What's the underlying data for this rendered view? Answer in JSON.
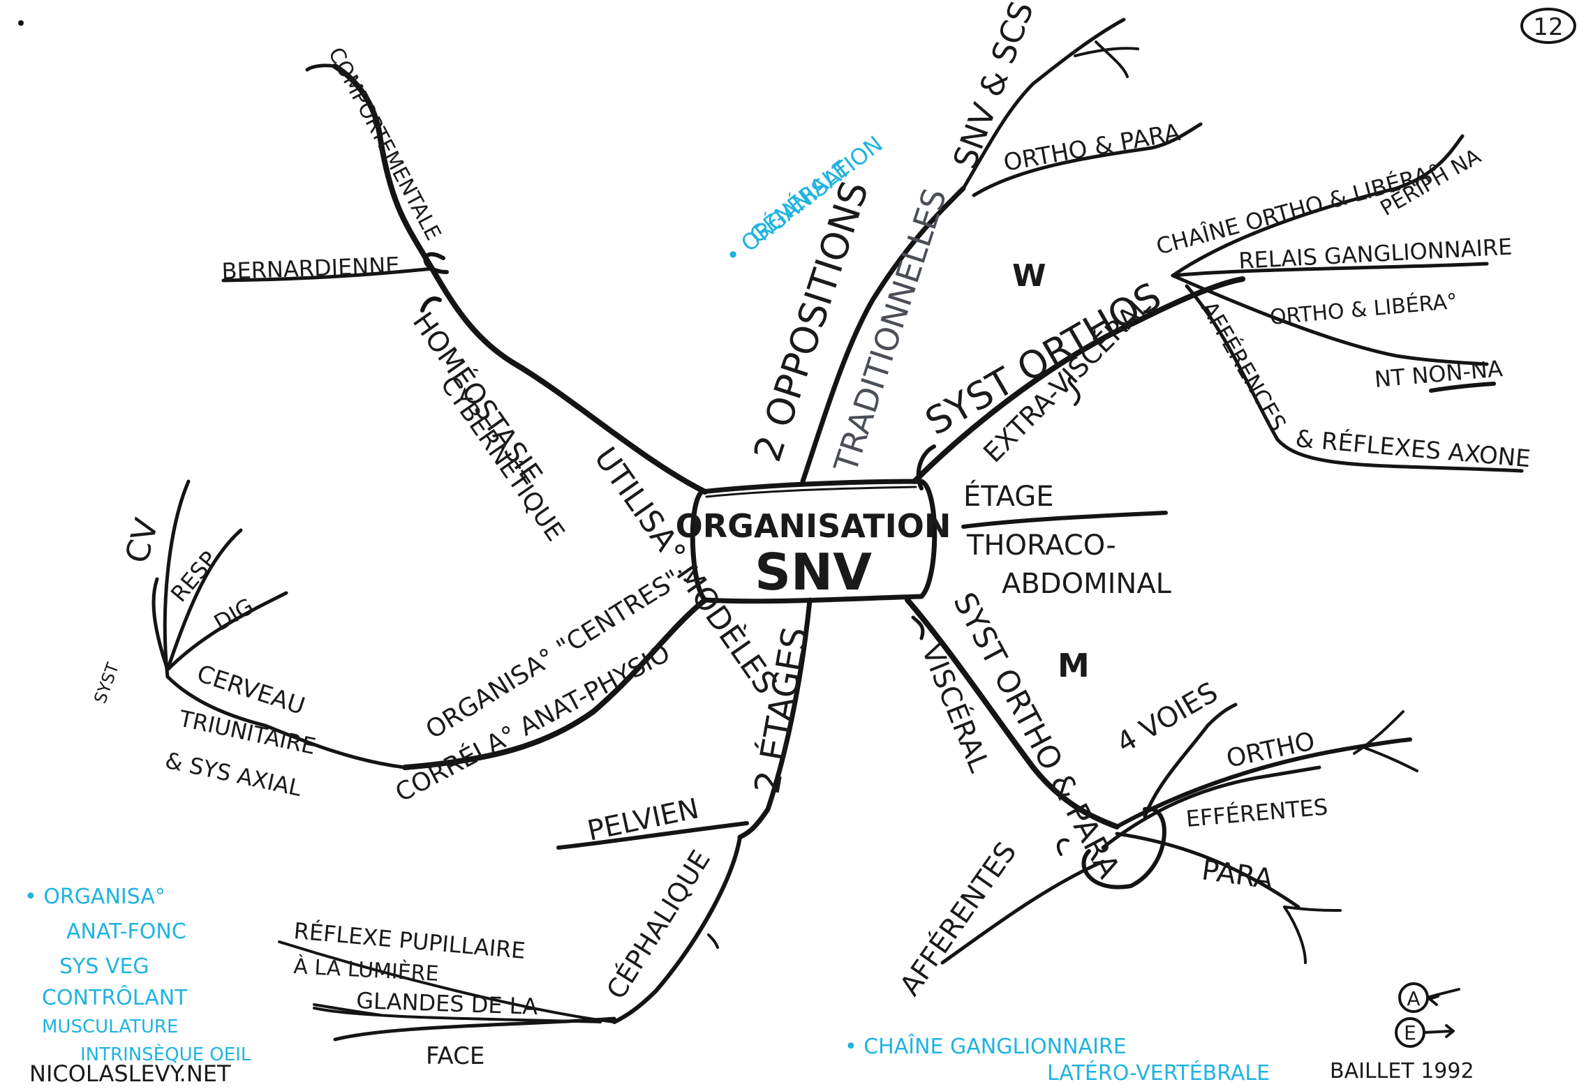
{
  "page_number": "12",
  "center": {
    "line1": "ORGANISATION",
    "line2": "SNV"
  },
  "branches": {
    "oppositions": "2 OPPOSITIONS",
    "traditionnelles": "TRADITIONNELLES",
    "snv_scs": "SNV & SCS",
    "ortho_para_top": "ORTHO & PARA",
    "syst_orthos": "SYST ORTHOS",
    "extra_visceral": "EXTRA-VISCÉRAL",
    "chaine_ortho": "CHAÎNE ORTHO & LIBÉRA°",
    "periph_na": "PÉRIPH NA",
    "relais": "RELAIS GANGLIONNAIRE",
    "ortho_libera": "ORTHO & LIBÉRA°",
    "nt_non_na": "NT NON-NA",
    "afferences": "AFFÉRENCES",
    "reflexes_axone": "& RÉFLEXES AXONE",
    "etage": "ÉTAGE",
    "thoraco": "THORACO-",
    "abdominal": "ABDOMINAL",
    "syst_ortho_para": "SYST ORTHO & PARA",
    "visceral": "VISCÉRAL",
    "quatre_voies": "4 VOIES",
    "ortho_right": "ORTHO",
    "efferentes": "EFFÉRENTES",
    "para": "PARA",
    "afferentes": "AFFÉRENTES",
    "w_mark": "W",
    "m_mark": "M",
    "utilisa": "UTILISA° MODÈLES",
    "homeostasie": "HOMÉOSTASIE",
    "cybernetique": "CYBERNÉTIQUE",
    "comportementale": "COMPORTEMENTALE",
    "bernardienne": "BERNARDIENNE",
    "organisa_centres": "ORGANISA° \"CENTRES\":",
    "correla": "CORRÉLA° ANAT-PHYSIO",
    "cerveau": "CERVEAU",
    "triunitaire": "TRIUNITAIRE",
    "sys_axial": "& SYS AXIAL",
    "cv": "CV",
    "resp": "RESP",
    "dig": "DIG",
    "syst_small": "SYST",
    "deux_etages": "2 ÉTAGES",
    "pelvien": "PELVIEN",
    "cephalique": "CÉPHALIQUE",
    "reflexe_pupillaire": "RÉFLEXE PUPILLAIRE",
    "a_la_lumiere": "À LA LUMIÈRE",
    "glandes": "GLANDES DE LA",
    "face": "FACE",
    "a_circle": "A",
    "e_circle": "E",
    "signature": "BAILLET 1992"
  },
  "notes": {
    "org_generale": [
      "• ORGANISATION",
      "GÉNÉRALE"
    ],
    "anat_fonc": [
      "• ORGANISA°",
      "ANAT-FONC",
      "SYS VEG",
      "CONTRÔLANT",
      "MUSCULATURE",
      "INTRINSÈQUE OEIL"
    ],
    "chaine_gang": [
      "• CHAÎNE GANGLIONNAIRE",
      "LATÉRO-VERTÉBRALE"
    ]
  },
  "credit": "NICOLASLEVY.NET",
  "colors": {
    "ink": "#141414",
    "cyan": "#1fb3e0",
    "grey": "#4a4f57",
    "paper": "#ffffff"
  }
}
